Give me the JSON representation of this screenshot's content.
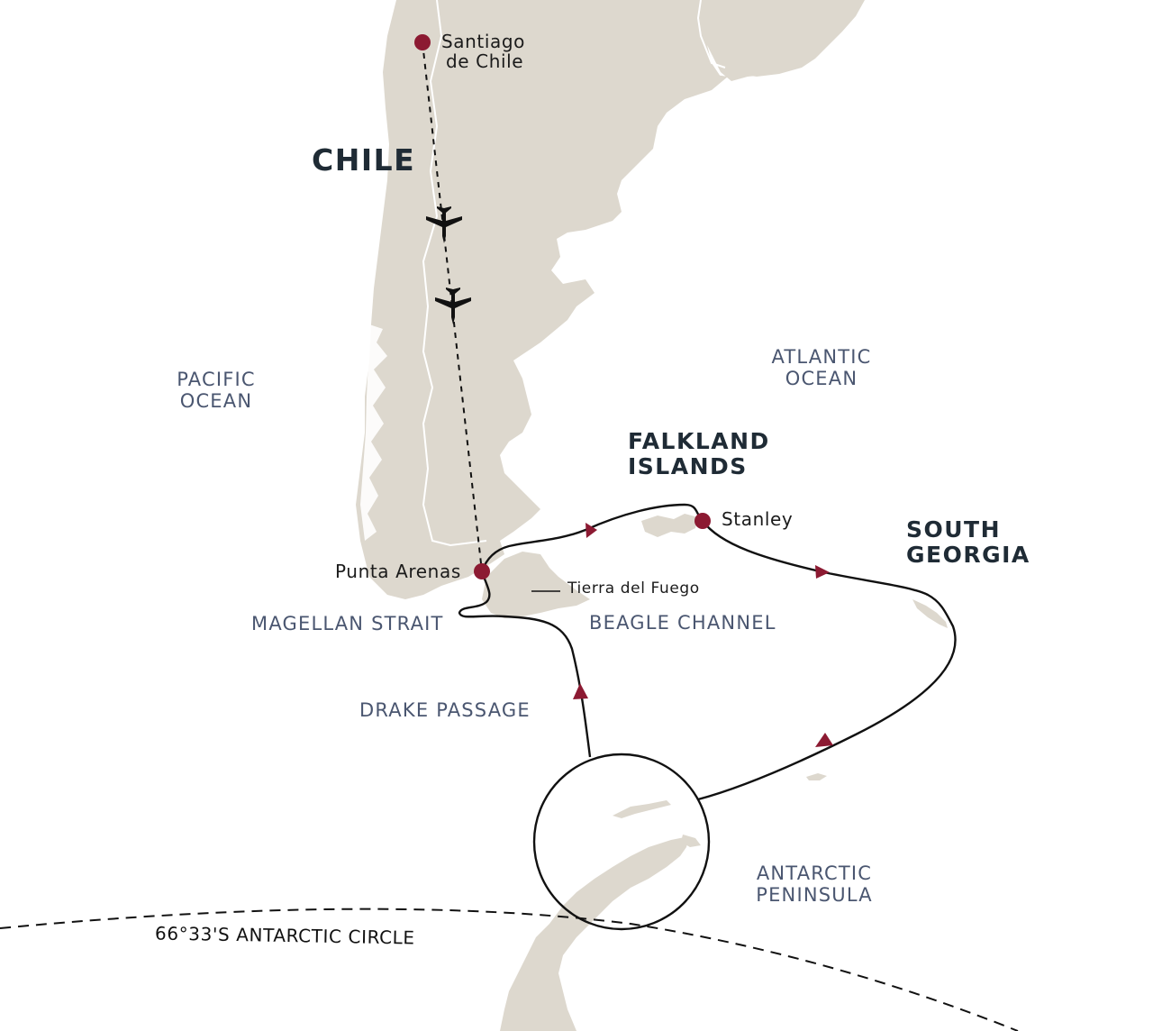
{
  "map": {
    "colors": {
      "land": "#ddd8ce",
      "water": "#ffffff",
      "route": "#111111",
      "port_marker": "#8c1a32",
      "direction_arrow": "#8c1a32",
      "region_label": "#1f2b35",
      "water_label": "#4a5670"
    },
    "regions": {
      "chile": "CHILE",
      "falkland_line1": "FALKLAND",
      "falkland_line2": "ISLANDS",
      "south_georgia_line1": "SOUTH",
      "south_georgia_line2": "GEORGIA"
    },
    "water_bodies": {
      "pacific_line1": "PACIFIC",
      "pacific_line2": "OCEAN",
      "atlantic_line1": "ATLANTIC",
      "atlantic_line2": "OCEAN",
      "magellan": "MAGELLAN STRAIT",
      "beagle": "BEAGLE CHANNEL",
      "drake": "DRAKE PASSAGE",
      "antarctic_line1": "ANTARCTIC",
      "antarctic_line2": "PENINSULA"
    },
    "places": {
      "santiago_line1": "Santiago",
      "santiago_line2": "de Chile",
      "punta_arenas": "Punta Arenas",
      "stanley": "Stanley",
      "tierra_del_fuego": "Tierra del Fuego"
    },
    "lines": {
      "antarctic_circle": "66°33'S ANTARCTIC CIRCLE"
    },
    "icons": {
      "flight_outbound": "airplane-icon",
      "flight_return": "airplane-icon",
      "port": "circle-marker",
      "direction": "triangle-arrow"
    }
  }
}
